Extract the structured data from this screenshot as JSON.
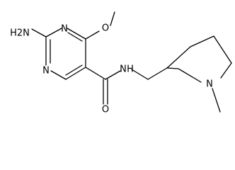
{
  "molecule": {
    "atoms": {
      "nh2": "H2N",
      "n_ring_upper": "N",
      "n_ring_lower": "N",
      "o_methoxy": "O",
      "o_carbonyl": "O",
      "nh_amide": "N",
      "h_amide": "H",
      "n_pyrrolidine": "N"
    }
  }
}
